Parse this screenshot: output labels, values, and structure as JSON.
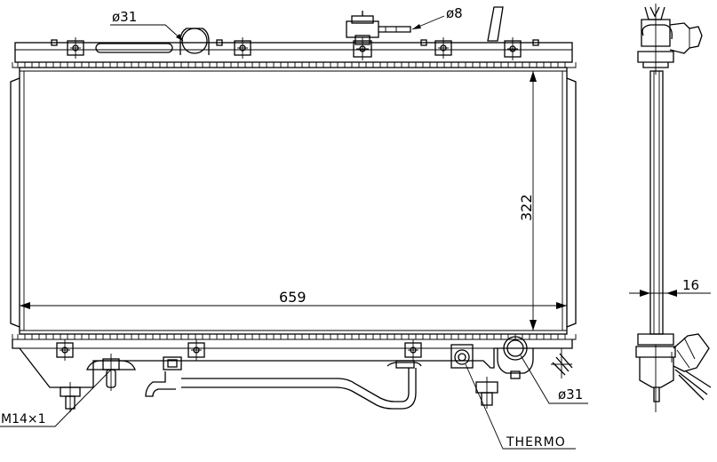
{
  "dimensions": {
    "outlet_diameter": "ø31",
    "cap_pipe_diameter": "ø8",
    "core_height": "322",
    "core_width": "659",
    "core_depth": "16",
    "drain_thread": "M14×1",
    "inlet_diameter": "ø31",
    "sensor_label": "THERMO"
  }
}
